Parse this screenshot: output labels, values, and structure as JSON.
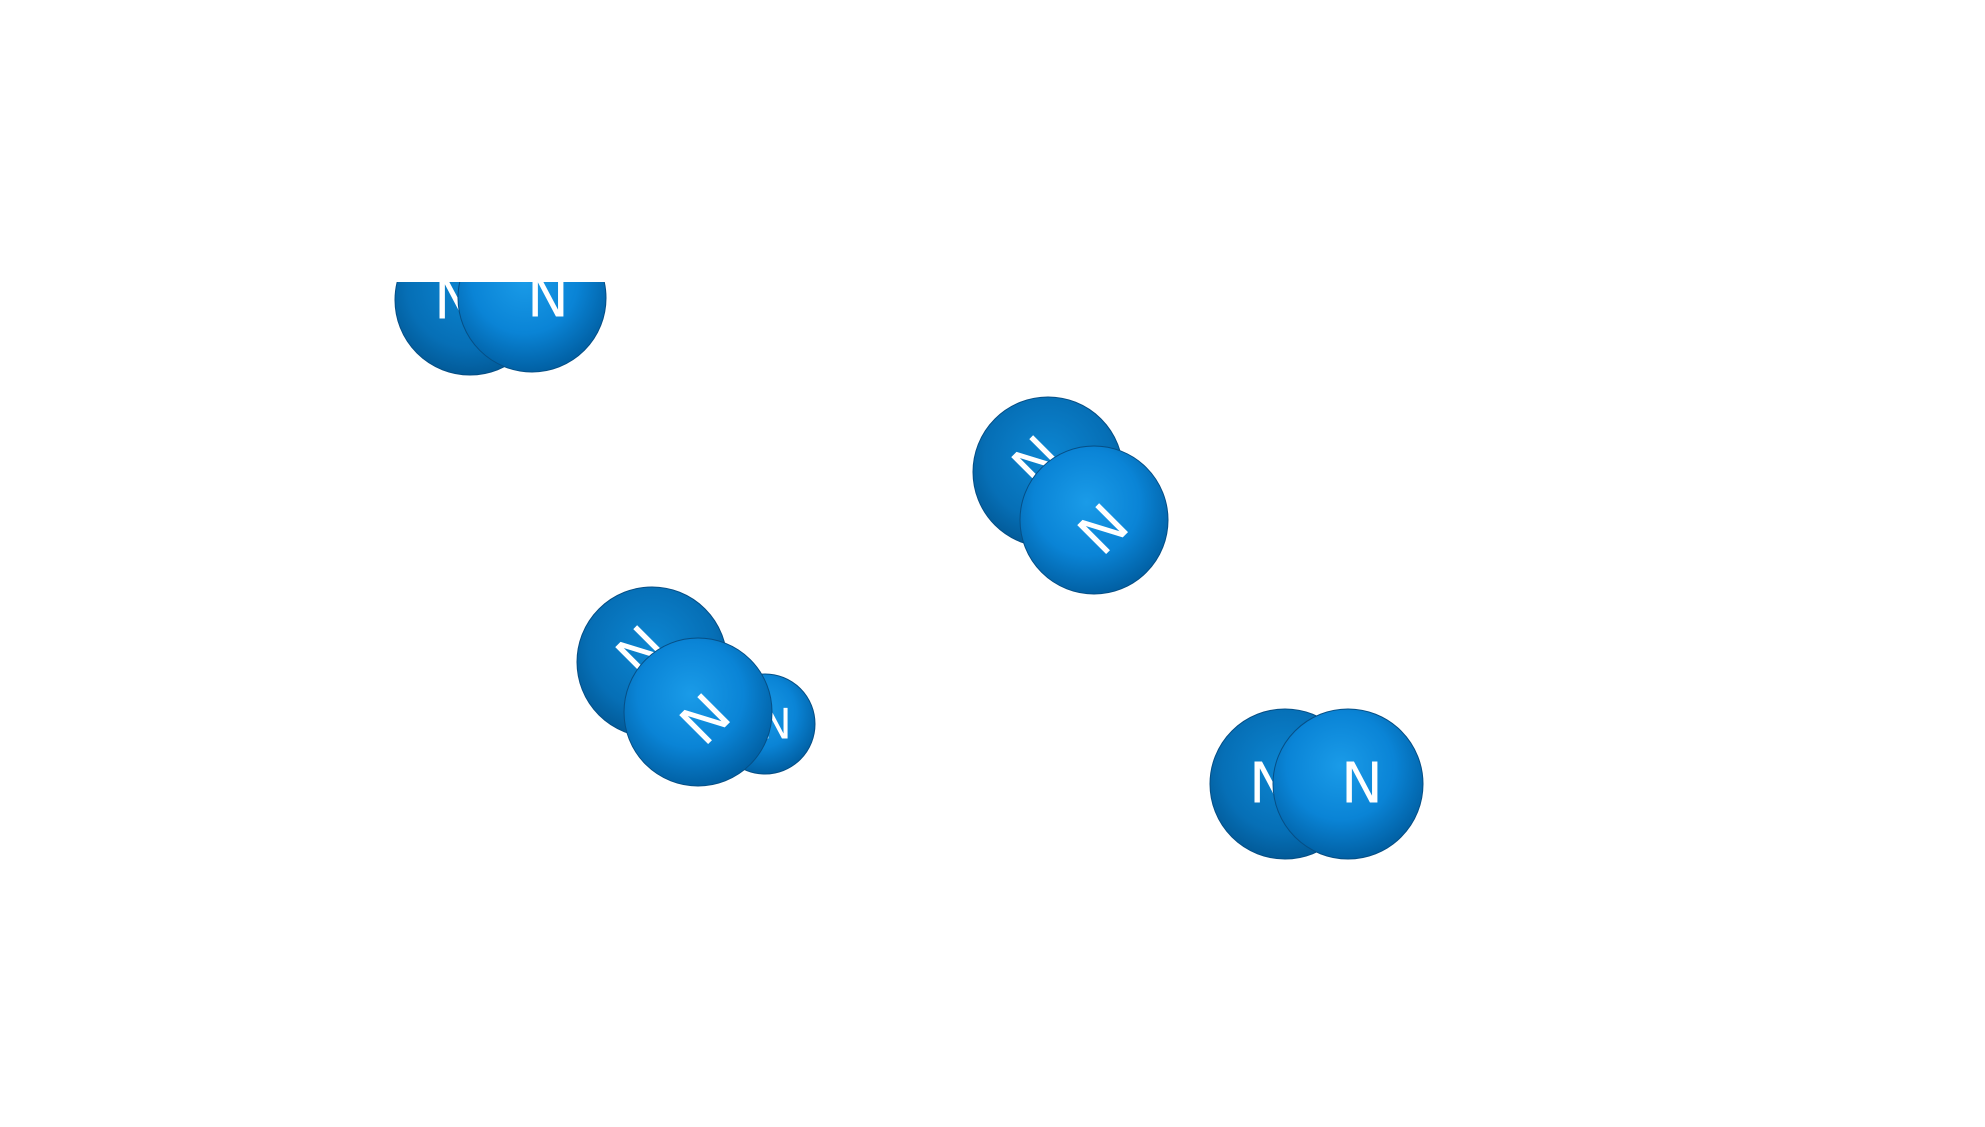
{
  "colors": {
    "background": "#ffffff",
    "atom_light": "#1a9be8",
    "atom_mid": "#0a7fd0",
    "atom_dark": "#00599a",
    "atom_outline": "#064f86",
    "label": "#ffffff"
  },
  "element_symbol": "N",
  "molecules": [
    {
      "name": "molecule-1",
      "atoms": [
        {
          "symbol": "N"
        },
        {
          "symbol": "N"
        }
      ]
    },
    {
      "name": "molecule-2",
      "atoms": [
        {
          "symbol": "N"
        },
        {
          "symbol": "N"
        }
      ]
    },
    {
      "name": "molecule-3",
      "atoms": [
        {
          "symbol": "N"
        },
        {
          "symbol": "N"
        }
      ]
    },
    {
      "name": "molecule-4",
      "atoms": [
        {
          "symbol": "N"
        },
        {
          "symbol": "N"
        }
      ]
    },
    {
      "name": "molecule-5",
      "atoms": [
        {
          "symbol": "N"
        },
        {
          "symbol": "N"
        }
      ]
    }
  ]
}
